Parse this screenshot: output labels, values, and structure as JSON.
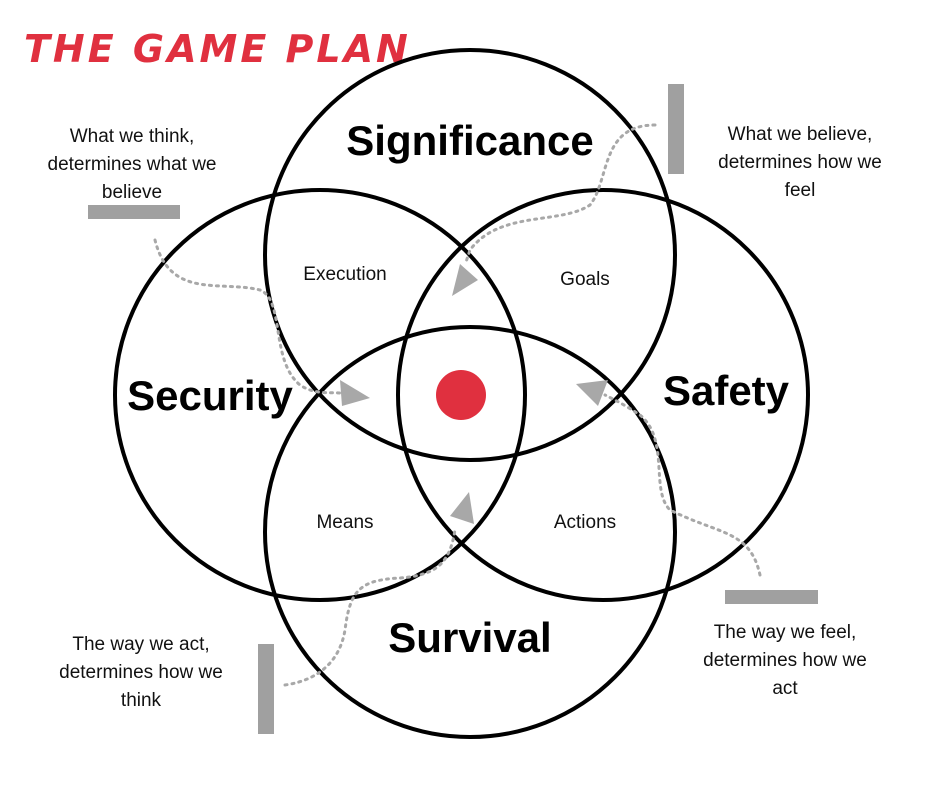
{
  "title": "THE GAME PLAN",
  "colors": {
    "accent": "#e0303f",
    "arrow": "#a8a8a8",
    "outline": "#000000"
  },
  "circles": {
    "top": "Significance",
    "left": "Security",
    "right": "Safety",
    "bottom": "Survival"
  },
  "intersections": {
    "top_left": "Execution",
    "top_right": "Goals",
    "bottom_left": "Means",
    "bottom_right": "Actions"
  },
  "notes": {
    "top_left": [
      "What we think,",
      "determines what we",
      "believe"
    ],
    "top_right": [
      "What we believe,",
      "determines how we",
      "feel"
    ],
    "bottom_left": [
      "The way we act,",
      "determines how we",
      "think"
    ],
    "bottom_right": [
      "The way we feel,",
      "determines how we",
      "act"
    ]
  }
}
